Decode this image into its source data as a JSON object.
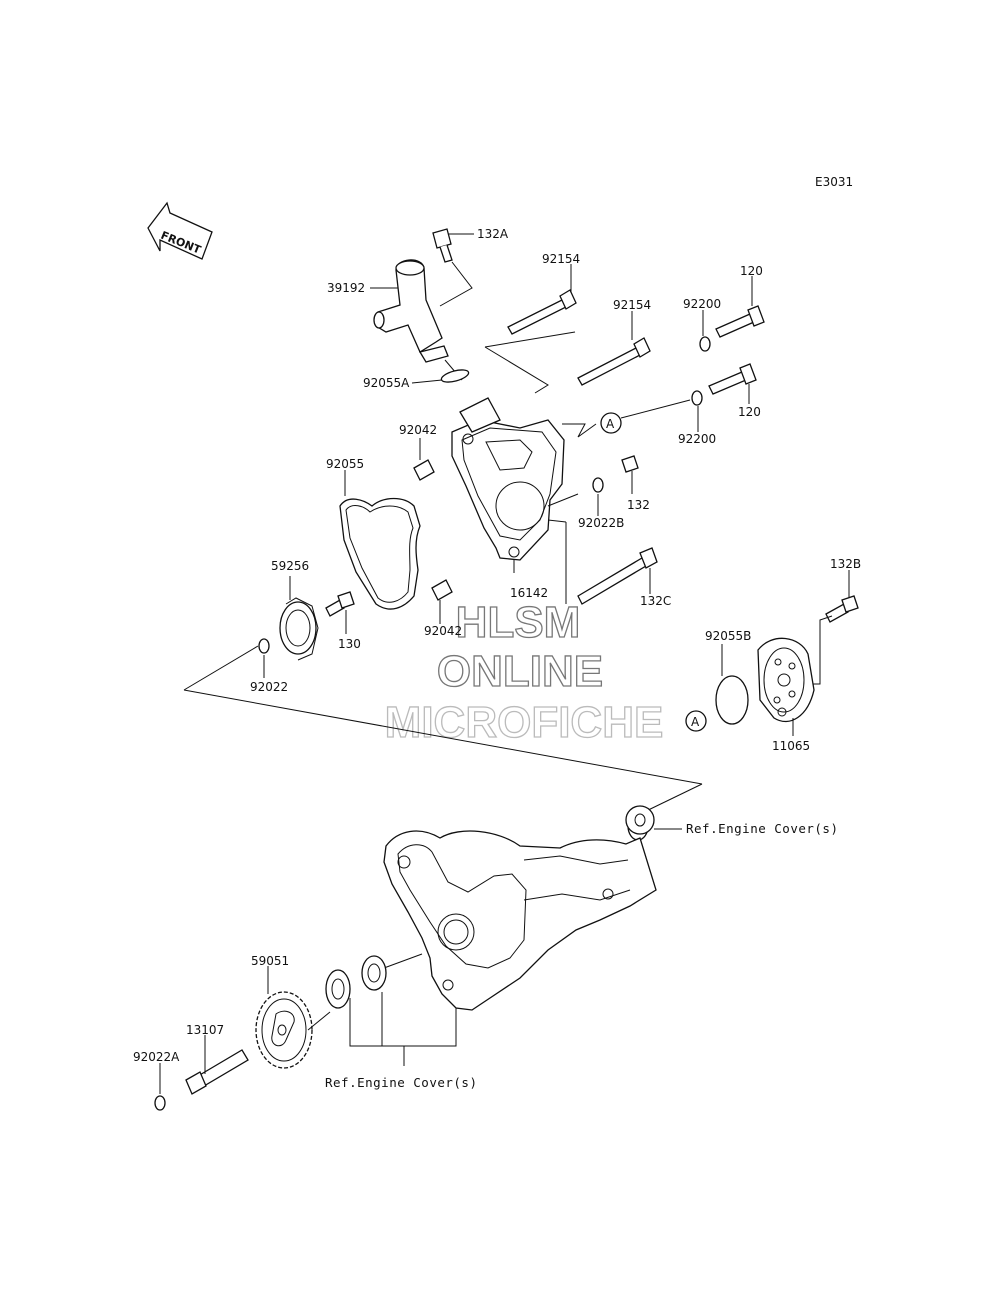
{
  "diagram_id": "E3031",
  "front_arrow": "FRONT",
  "watermark": {
    "line1": "HLSM",
    "line2": "ONLINE",
    "line3": "MICROFICHE"
  },
  "ref_marker": "A",
  "callouts": {
    "p132A": "132A",
    "p92154a": "92154",
    "p92154b": "92154",
    "p92200a": "92200",
    "p120a": "120",
    "p39192": "39192",
    "p92055A": "92055A",
    "p120b": "120",
    "p92200b": "92200",
    "p92042a": "92042",
    "p132": "132",
    "p92055": "92055",
    "p92022B": "92022B",
    "p16142": "16142",
    "p59256": "59256",
    "p132C": "132C",
    "p92042b": "92042",
    "p132B": "132B",
    "p130": "130",
    "p92055B": "92055B",
    "p92022": "92022",
    "p11065": "11065",
    "p59051": "59051",
    "p13107": "13107",
    "p92022A": "92022A",
    "ref_cover_1": "Ref.Engine Cover(s)",
    "ref_cover_2": "Ref.Engine Cover(s)"
  }
}
